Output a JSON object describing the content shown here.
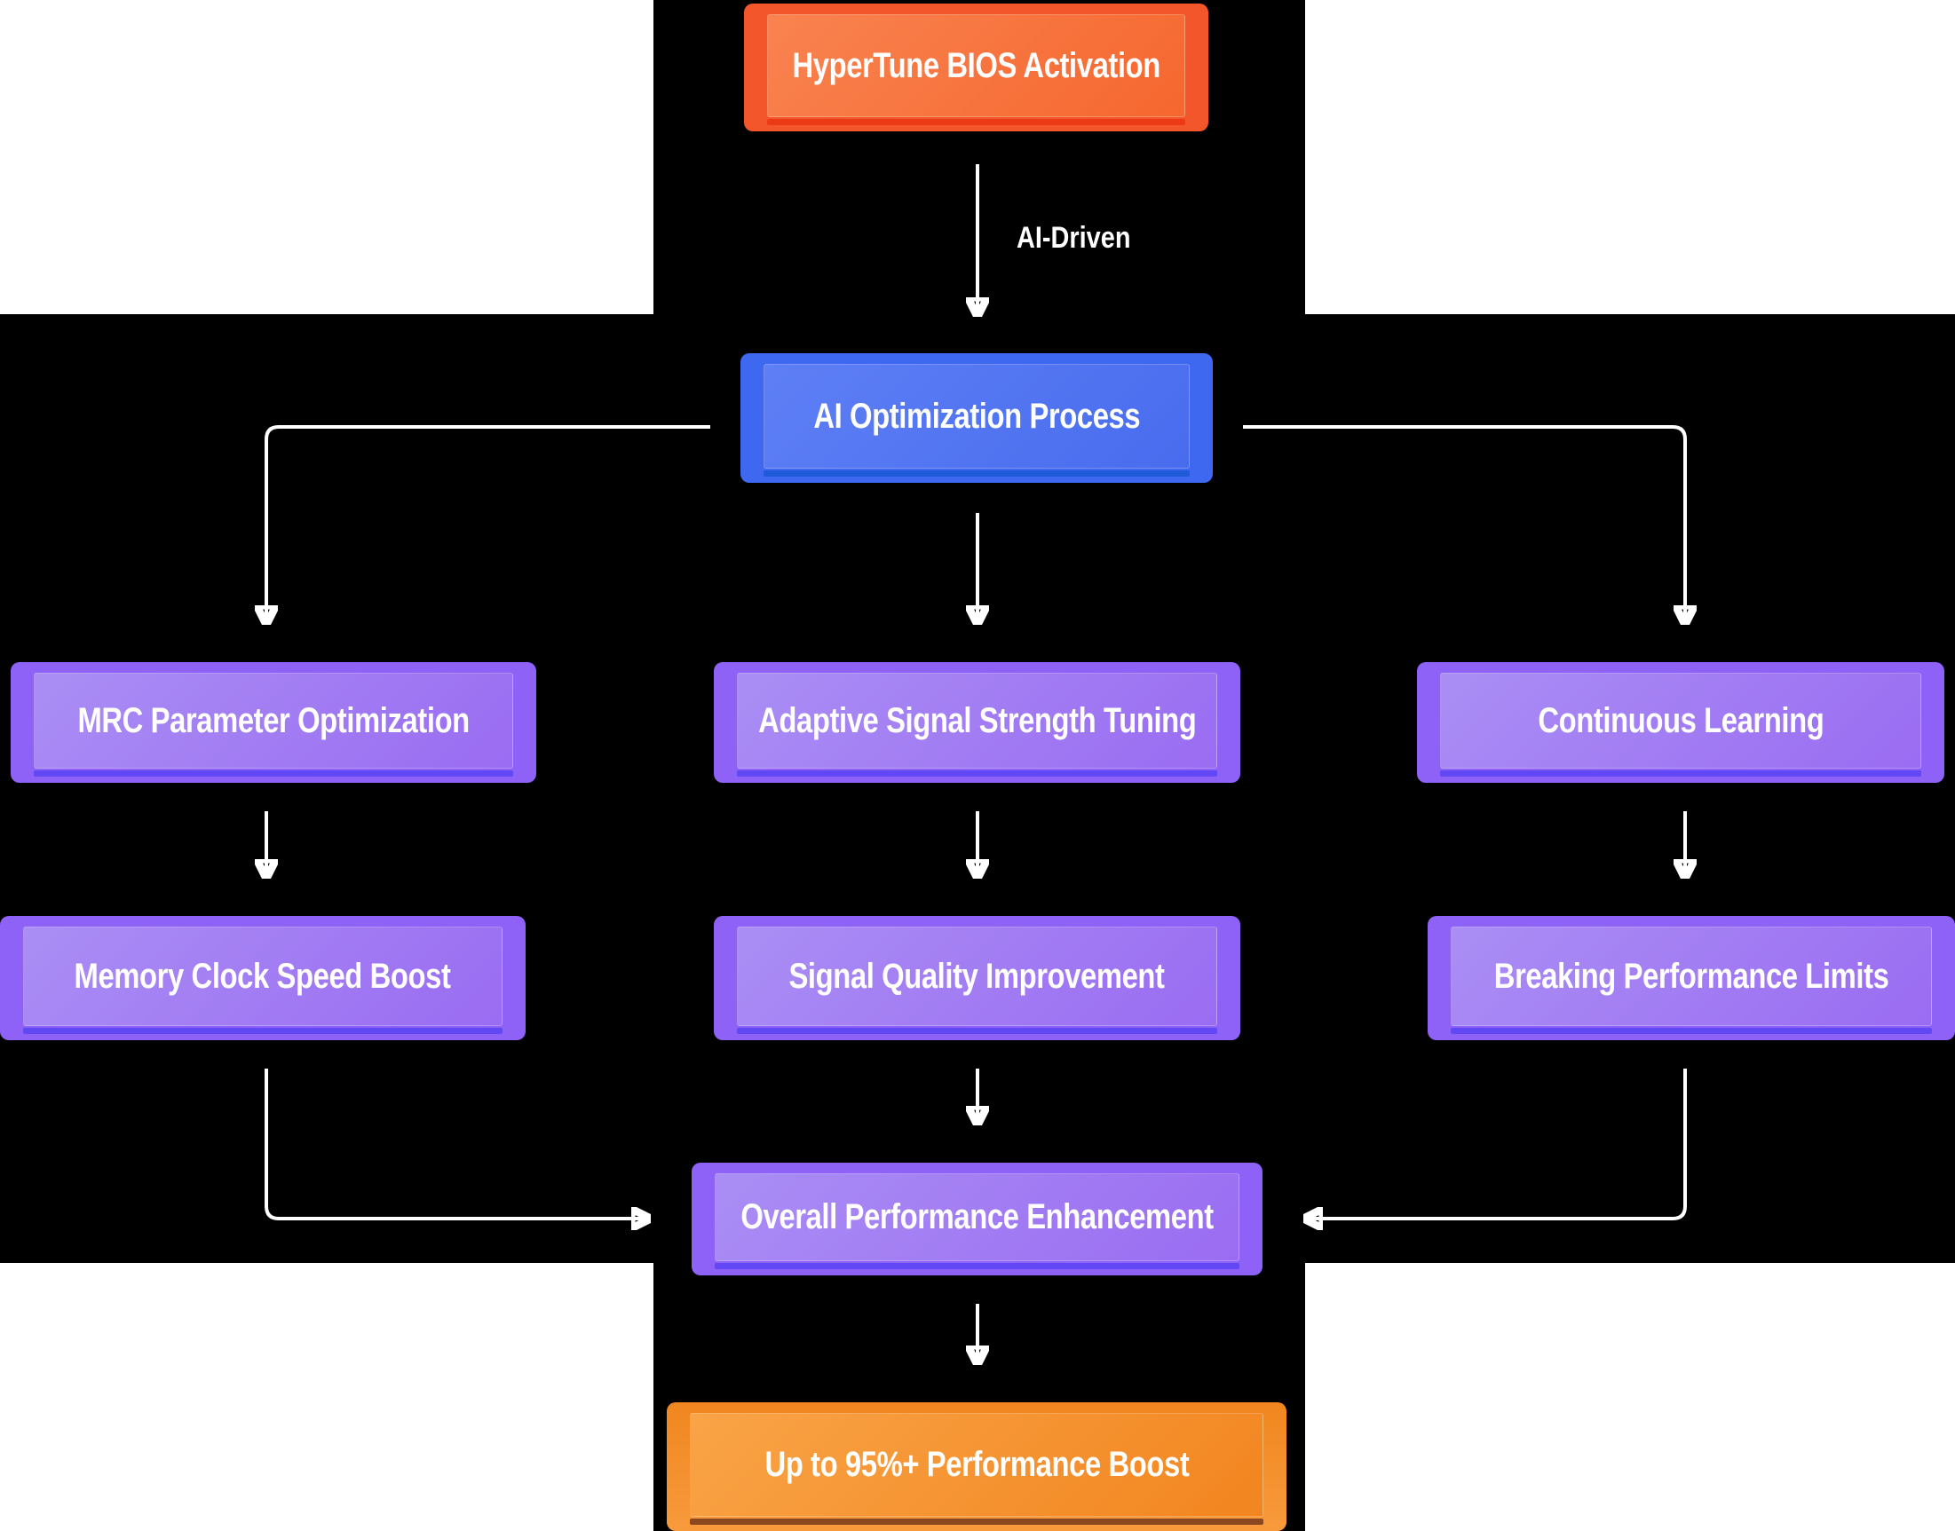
{
  "diagram": {
    "type": "flowchart",
    "nodes": [
      {
        "id": "hypertune-bios-activation",
        "label": "HyperTune BIOS Activation",
        "style": "orange-red"
      },
      {
        "id": "ai-optimization-process",
        "label": "AI Optimization Process",
        "style": "blue"
      },
      {
        "id": "mrc-parameter-optimization",
        "label": "MRC Parameter Optimization",
        "style": "purple"
      },
      {
        "id": "adaptive-signal-strength-tuning",
        "label": "Adaptive Signal Strength Tuning",
        "style": "purple"
      },
      {
        "id": "continuous-learning",
        "label": "Continuous Learning",
        "style": "purple"
      },
      {
        "id": "memory-clock-speed-boost",
        "label": "Memory Clock Speed Boost",
        "style": "purple"
      },
      {
        "id": "signal-quality-improvement",
        "label": "Signal Quality Improvement",
        "style": "purple"
      },
      {
        "id": "breaking-performance-limits",
        "label": "Breaking Performance Limits",
        "style": "purple"
      },
      {
        "id": "overall-performance-enhancement",
        "label": "Overall Performance Enhancement",
        "style": "purple"
      },
      {
        "id": "performance-boost",
        "label": "Up to 95%+ Performance Boost",
        "style": "orange-gradient"
      }
    ],
    "edges": [
      {
        "from": "hypertune-bios-activation",
        "to": "ai-optimization-process",
        "label": "AI-Driven"
      },
      {
        "from": "ai-optimization-process",
        "to": "mrc-parameter-optimization",
        "label": ""
      },
      {
        "from": "ai-optimization-process",
        "to": "adaptive-signal-strength-tuning",
        "label": ""
      },
      {
        "from": "ai-optimization-process",
        "to": "continuous-learning",
        "label": ""
      },
      {
        "from": "mrc-parameter-optimization",
        "to": "memory-clock-speed-boost",
        "label": ""
      },
      {
        "from": "adaptive-signal-strength-tuning",
        "to": "signal-quality-improvement",
        "label": ""
      },
      {
        "from": "continuous-learning",
        "to": "breaking-performance-limits",
        "label": ""
      },
      {
        "from": "memory-clock-speed-boost",
        "to": "overall-performance-enhancement",
        "label": ""
      },
      {
        "from": "signal-quality-improvement",
        "to": "overall-performance-enhancement",
        "label": ""
      },
      {
        "from": "breaking-performance-limits",
        "to": "overall-performance-enhancement",
        "label": ""
      },
      {
        "from": "overall-performance-enhancement",
        "to": "performance-boost",
        "label": ""
      }
    ],
    "colors": {
      "page_background": "#ffffff",
      "diagram_background": "#000000",
      "arrow": "#ffffff",
      "text": "#ffffff",
      "orange_red_frame": "#f4562b",
      "orange_red_fill_light": "#f98350",
      "orange_red_fill_dark": "#f6672f",
      "orange_red_strip": "#ec3a17",
      "blue_frame": "#3e68ef",
      "blue_fill_light": "#5e7ff5",
      "blue_fill_dark": "#486cee",
      "blue_strip": "#1f5bd8",
      "purple_frame": "#8e62f6",
      "purple_fill_light": "#aa8ef4",
      "purple_fill_dark": "#9a6cf2",
      "purple_strip": "#6148f4",
      "orange_gradient_frame": "#f0861f",
      "orange_gradient_fill_light": "#f9a447",
      "orange_gradient_fill_dark": "#f2851f",
      "orange_gradient_strip": "#8a4720"
    }
  }
}
